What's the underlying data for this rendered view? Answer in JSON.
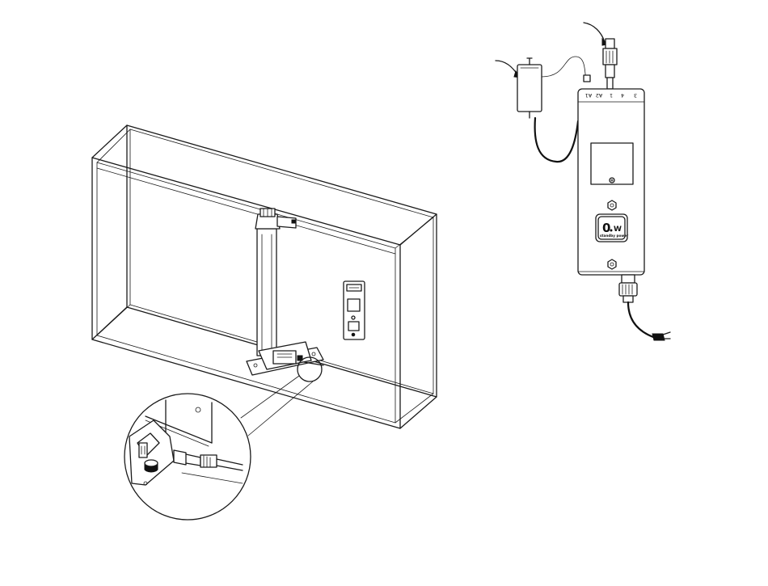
{
  "control_box": {
    "terminals": [
      "A1",
      "A2",
      "1",
      "4",
      "3"
    ],
    "logo_number": "0",
    "logo_unit": "W",
    "logo_caption": "standby power"
  },
  "icons": [
    "cabinet-frame",
    "lift-column",
    "control-box-small",
    "detail-magnifier-circle",
    "power-adapter",
    "network-plug",
    "control-box",
    "power-cord-plug"
  ]
}
